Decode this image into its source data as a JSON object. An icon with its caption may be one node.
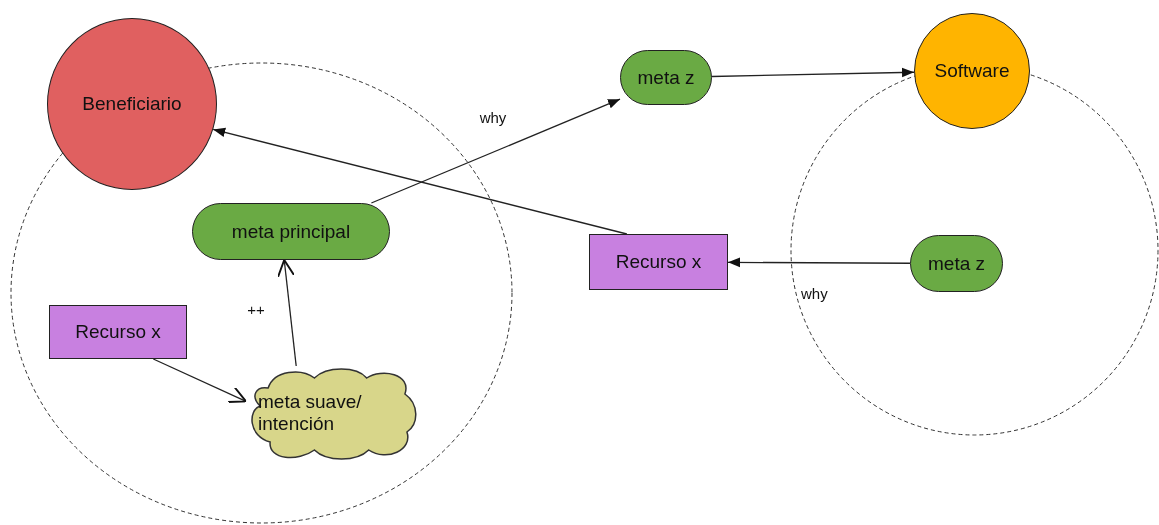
{
  "diagram": {
    "nodes": [
      {
        "text": [
          "Beneficiario"
        ]
      },
      {
        "text": [],
        "shape": "circle"
      },
      {
        "text": [
          "meta principal"
        ],
        "in": 1
      },
      {
        "text": [
          "Recurso x"
        ],
        "in": 1
      },
      {
        "text": [
          "meta suave/ intención"
        ],
        "in": 1
      },
      {
        "text": [
          "meta z"
        ]
      },
      {
        "text": [
          "Software"
        ]
      },
      {
        "text": [],
        "shape": "circle"
      },
      {
        "text": [
          "meta z"
        ],
        "in": 7
      },
      {
        "text": [
          "Recurso x"
        ]
      }
    ],
    "edges": [
      {
        "from": 2,
        "to": 5,
        "arrow": "to",
        "label": "why"
      },
      {
        "from": 5,
        "to": 6,
        "arrow": "to"
      },
      {
        "from": 8,
        "to": 9,
        "arrow": "to",
        "label": "why"
      },
      {
        "from": 9,
        "to": 0,
        "arrow": "to"
      },
      {
        "from": 3,
        "to": 4,
        "arrow": "to"
      },
      {
        "from": 4,
        "to": 2,
        "arrow": "to",
        "label": "++"
      }
    ]
  }
}
